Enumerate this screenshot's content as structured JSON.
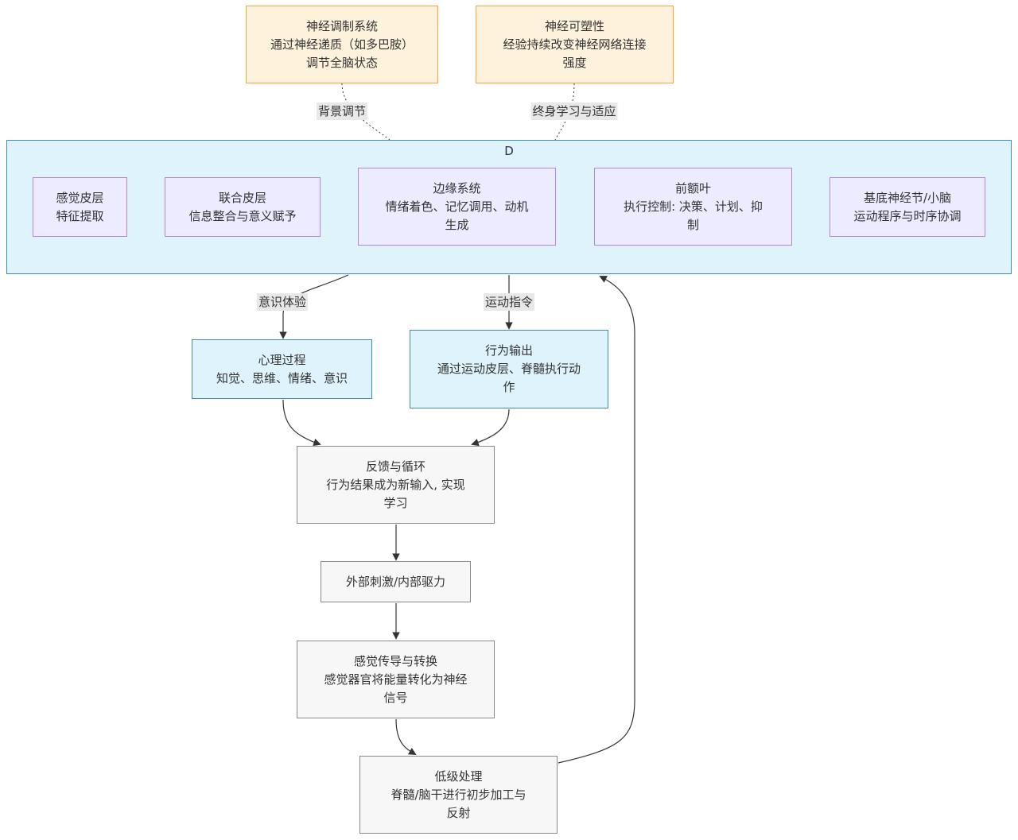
{
  "colors": {
    "orange_fill": "#fff2dc",
    "orange_border": "#f4a93b",
    "purple_fill": "#ecebff",
    "purple_border": "#b384e0",
    "blue_fill": "#def3fb",
    "blue_border": "#3f8bb5",
    "gray_fill": "#f7f7f7",
    "gray_border": "#8a8a8a",
    "edge": "#333333"
  },
  "cluster": {
    "title": "D"
  },
  "nodes": {
    "neuromod": {
      "l1": "神经调制系统",
      "l2": "通过神经递质（如多巴胺）",
      "l3": "调节全脑状态"
    },
    "plasticity": {
      "l1": "神经可塑性",
      "l2": "经验持续改变神经网络连接",
      "l3": "强度"
    },
    "sensory_cortex": {
      "l1": "感觉皮层",
      "l2": "特征提取"
    },
    "association_cortex": {
      "l1": "联合皮层",
      "l2": "信息整合与意义赋予"
    },
    "limbic": {
      "l1": "边缘系统",
      "l2": "情绪着色、记忆调用、动机",
      "l3": "生成"
    },
    "prefrontal": {
      "l1": "前额叶",
      "l2": "执行控制: 决策、计划、抑",
      "l3": "制"
    },
    "basal_ganglia": {
      "l1": "基底神经节/小脑",
      "l2": "运动程序与时序协调"
    },
    "mental_process": {
      "l1": "心理过程",
      "l2": "知觉、思维、情绪、意识"
    },
    "behavior_output": {
      "l1": "行为输出",
      "l2": "通过运动皮层、脊髓执行动",
      "l3": "作"
    },
    "feedback": {
      "l1": "反馈与循环",
      "l2": "行为结果成为新输入, 实现",
      "l3": "学习"
    },
    "stimulus": {
      "l1": "外部刺激/内部驱力"
    },
    "transduction": {
      "l1": "感觉传导与转换",
      "l2": "感觉器官将能量转化为神经",
      "l3": "信号"
    },
    "low_level": {
      "l1": "低级处理",
      "l2": "脊髓/脑干进行初步加工与",
      "l3": "反射"
    }
  },
  "edge_labels": {
    "background_regulation": "背景调节",
    "lifelong_learning": "终身学习与适应",
    "conscious_experience": "意识体验",
    "motor_command": "运动指令"
  }
}
